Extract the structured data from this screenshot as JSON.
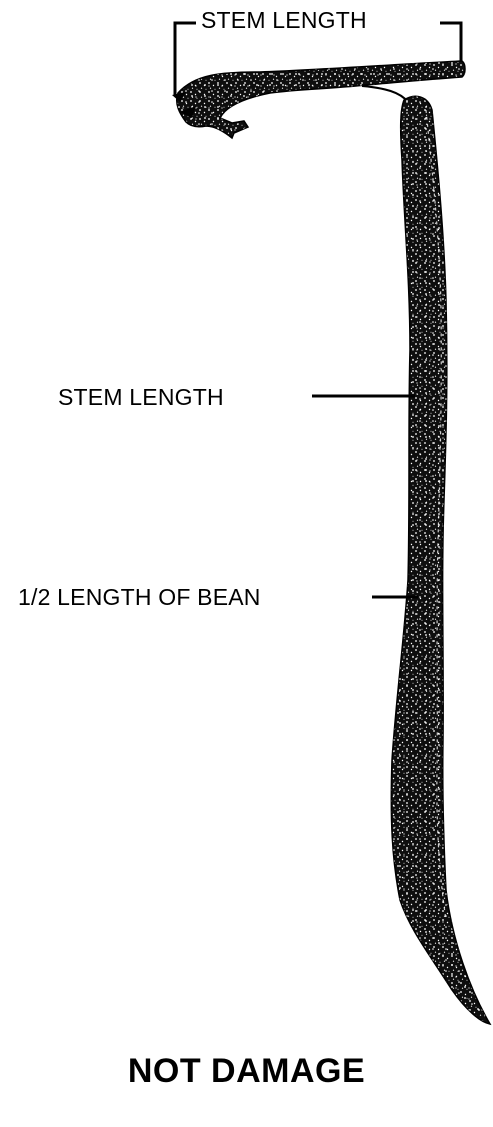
{
  "labels": {
    "top_stem_length": "STEM LENGTH",
    "mid_stem_length": "STEM LENGTH",
    "half_length": "1/2 LENGTH OF BEAN"
  },
  "caption": "NOT DAMAGE",
  "colors": {
    "ink": "#000000",
    "speckle": "#ffffff",
    "background": "#ffffff"
  }
}
